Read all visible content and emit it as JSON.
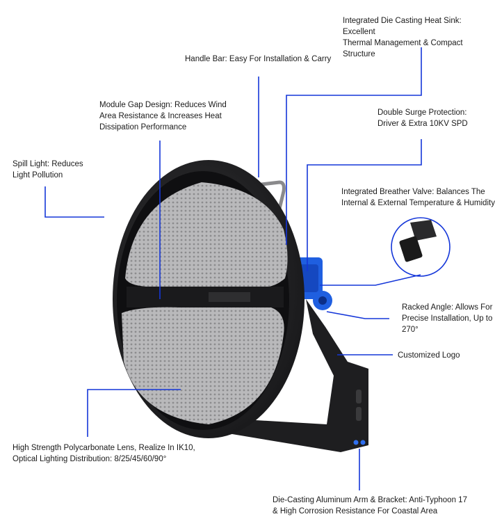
{
  "callouts": {
    "heat_sink": [
      "Integrated Die Casting Heat Sink: Excellent",
      "Thermal Management & Compact Structure"
    ],
    "handle": [
      "Handle Bar: Easy For Installation & Carry"
    ],
    "module_gap": [
      "Module Gap Design:  Reduces Wind",
      "Area Resistance & Increases Heat",
      "Dissipation Performance"
    ],
    "surge": [
      "Double Surge Protection:",
      "Driver & Extra 10KV SPD"
    ],
    "spill": [
      "Spill Light: Reduces",
      "Light Pollution"
    ],
    "breather": [
      "Integrated Breather Valve: Balances The",
      "Internal & External Temperature & Humidity"
    ],
    "angle": [
      "Racked Angle: Allows For",
      "Precise Installation, Up to",
      "270°"
    ],
    "logo": [
      "Customized Logo"
    ],
    "lens": [
      "High Strength Polycarbonate Lens, Realize In IK10,",
      "Optical Lighting Distribution: 8/25/45/60/90°"
    ],
    "arm": [
      "Die-Casting Aluminum Arm & Bracket: Anti-Typhoon 17",
      "& High Corrosion Resistance For Coastal Area"
    ]
  },
  "colors": {
    "leader": "#1436d9",
    "housing": "#1c1c1e",
    "accent_blue": "#1f5fe0",
    "lens": "#b8b8ba"
  }
}
